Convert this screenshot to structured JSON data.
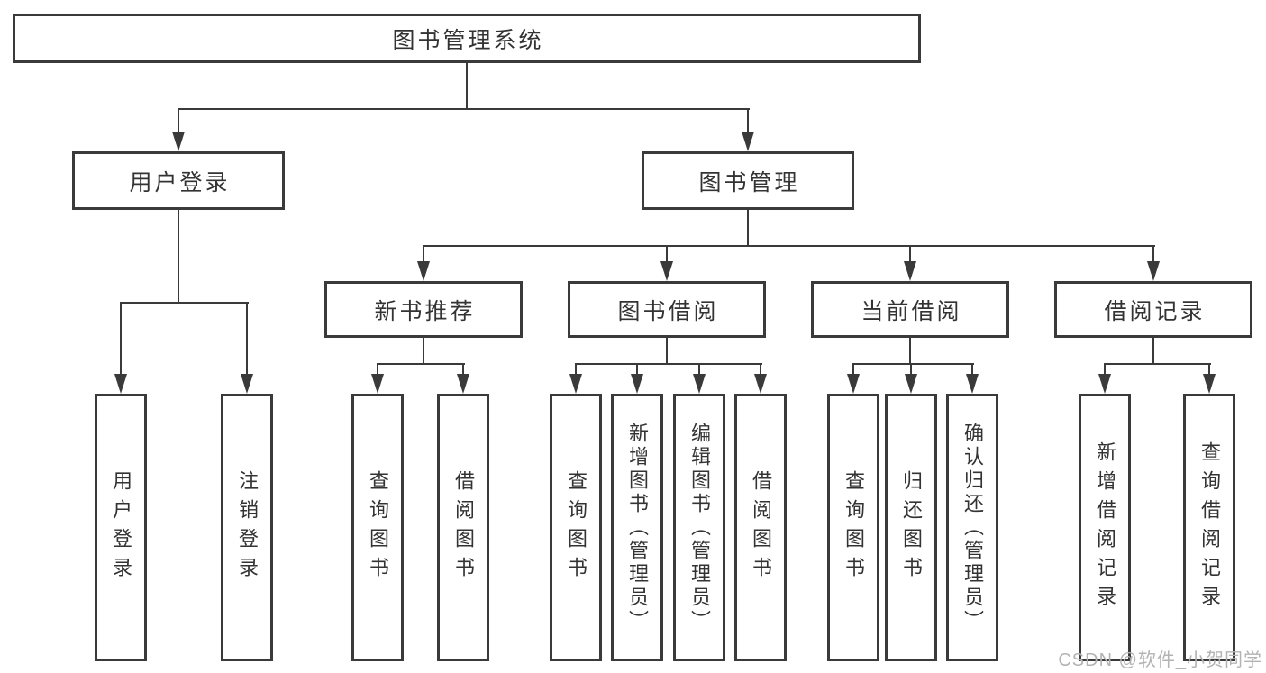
{
  "diagram": {
    "watermark": "CSDN @软件_小贺同学",
    "colors": {
      "line": "#3a3a3a",
      "text": "#333333",
      "background": "#ffffff",
      "watermark": "#b3b3b3"
    },
    "nodes": {
      "root": "图书管理系统",
      "user_login": "用户登录",
      "book_management": "图书管理",
      "new_book_recommend": "新书推荐",
      "book_borrowing": "图书借阅",
      "current_borrowing": "当前借阅",
      "borrowing_records": "借阅记录",
      "login": "用户登录",
      "logout": "注销登录",
      "recommend_query_books": "查询图书",
      "recommend_borrow_books": "借阅图书",
      "borrowing_query_books": "查询图书",
      "borrowing_add_books": "新增图书（管理员）",
      "borrowing_edit_books": "编辑图书（管理员）",
      "borrowing_borrow_books": "借阅图书",
      "current_query_books": "查询图书",
      "current_return_books": "归还图书",
      "current_confirm_return": "确认归还（管理员）",
      "records_add_record": "新增借阅记录",
      "records_query_record": "查询借阅记录"
    }
  }
}
